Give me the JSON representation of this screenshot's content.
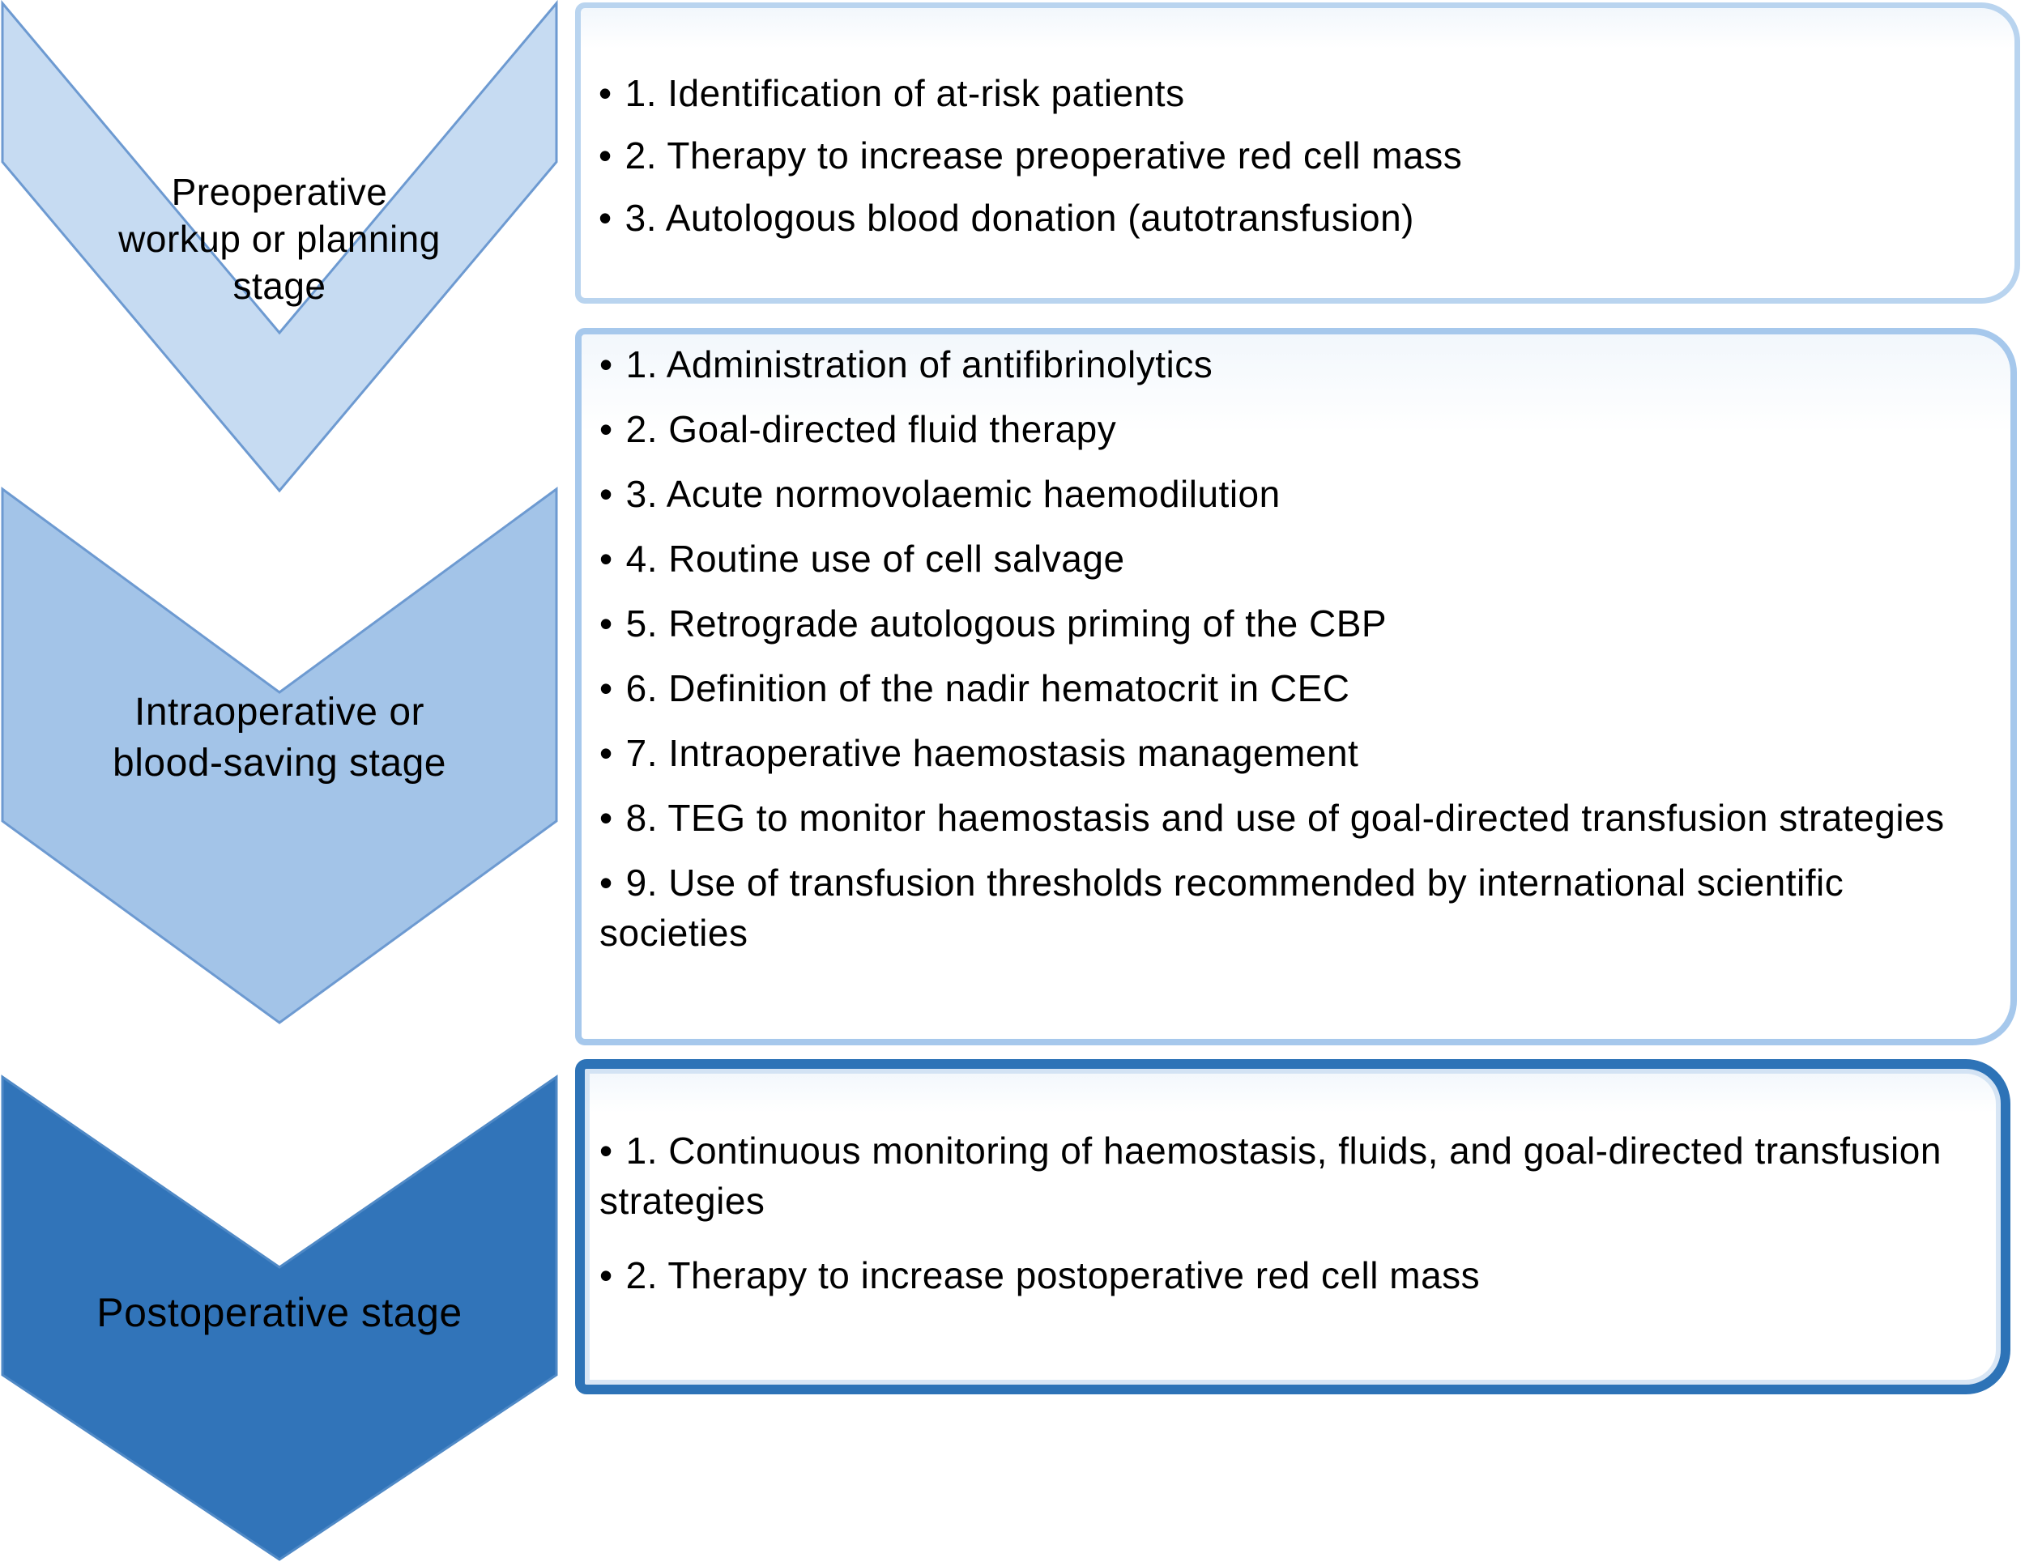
{
  "figure": {
    "bullet_char": "•",
    "colors": {
      "chevron1_fill": "#c6dbf2",
      "chevron2_fill": "#a3c4e8",
      "chevron3_fill": "#3174b9",
      "chevron_stroke": "#6d9ad1",
      "chevron3_stroke": "#4f89c6",
      "box1_border": "#b9d4ef",
      "box2_border": "#a6c8ec",
      "box3_border": "#2d73b7",
      "text": "#000000"
    },
    "stages": [
      {
        "label": "Preoperative workup or planning stage",
        "label_lines": [
          "Preoperative",
          "workup or planning",
          "stage"
        ]
      },
      {
        "label": "Intraoperative or blood-saving stage",
        "label_lines": [
          "Intraoperative or",
          "blood-saving stage"
        ]
      },
      {
        "label": "Postoperative stage",
        "label_lines": [
          "Postoperative stage"
        ]
      }
    ],
    "boxes": [
      {
        "items": [
          "1. Identification of at-risk patients",
          "2. Therapy to increase preoperative red cell mass",
          "3. Autologous blood donation (autotransfusion)"
        ]
      },
      {
        "items": [
          "1. Administration of antifibrinolytics",
          "2. Goal-directed fluid therapy",
          "3. Acute normovolaemic haemodilution",
          "4. Routine use of cell salvage",
          "5. Retrograde autologous priming of the CBP",
          "6. Definition of the nadir hematocrit in CEC",
          "7. Intraoperative haemostasis management",
          "8. TEG to monitor haemostasis and use of goal-directed transfusion strategies",
          "9. Use of transfusion thresholds recommended by international scientific societies"
        ]
      },
      {
        "items": [
          "1. Continuous monitoring of haemostasis, fluids, and goal-directed transfusion strategies",
          "2. Therapy to increase postoperative red cell mass"
        ]
      }
    ]
  }
}
